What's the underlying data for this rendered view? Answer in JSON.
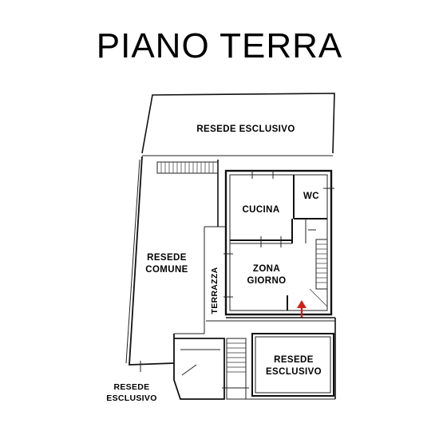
{
  "title": "PIANO TERRA",
  "rooms": {
    "resede_esclusivo_top": "RESEDE ESCLUSIVO",
    "resede_comune_1": "RESEDE",
    "resede_comune_2": "COMUNE",
    "cucina": "CUCINA",
    "wc": "WC",
    "zona_giorno_1": "ZONA",
    "zona_giorno_2": "GIORNO",
    "terrazza": "TERRAZZA",
    "resede_esclusivo_right_1": "RESEDE",
    "resede_esclusivo_right_2": "ESCLUSIVO",
    "resede_esclusivo_left_1": "RESEDE",
    "resede_esclusivo_left_2": "ESCLUSIVO"
  },
  "colors": {
    "arrow": "#d0201a",
    "lines": "#111111"
  }
}
